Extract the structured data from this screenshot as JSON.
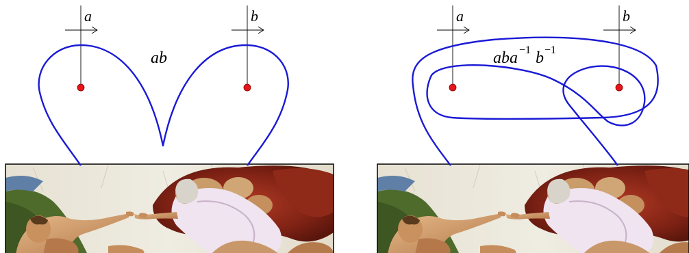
{
  "colors": {
    "path": "#1a1ad6",
    "puncture": "#e8141a",
    "axis": "#000000",
    "frame": "#000000"
  },
  "left_panel": {
    "label_a": "a",
    "label_b": "b",
    "word": "ab"
  },
  "right_panel": {
    "label_a": "a",
    "label_b": "b",
    "word_base_1": "aba",
    "word_exp_1": "−1",
    "word_base_2": "b",
    "word_exp_2": "−1"
  },
  "painting": {
    "subject": "fresco: God reaching toward Adam (Creation of Adam)"
  }
}
